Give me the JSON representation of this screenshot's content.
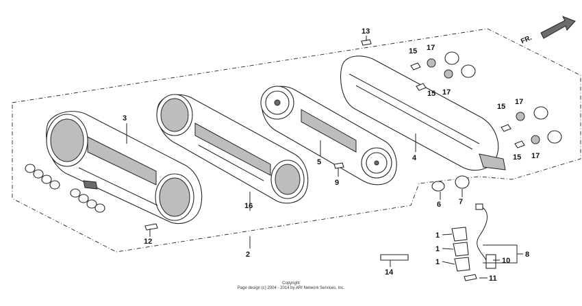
{
  "orientation_label": "FR.",
  "callouts": {
    "c1a": "1",
    "c1b": "1",
    "c1c": "1",
    "c2": "2",
    "c3": "3",
    "c4": "4",
    "c5": "5",
    "c6": "6",
    "c7": "7",
    "c8": "8",
    "c9": "9",
    "c10": "10",
    "c11": "11",
    "c12": "12",
    "c13": "13",
    "c14": "14",
    "c15a": "15",
    "c15b": "15",
    "c15c": "15",
    "c15d": "15",
    "c16": "16",
    "c17a": "17",
    "c17b": "17",
    "c17c": "17",
    "c17d": "17"
  },
  "copyright": {
    "line1": "Copyright",
    "line2": "Page design (c) 2004 - 2014 by ARI Network Services, Inc."
  }
}
